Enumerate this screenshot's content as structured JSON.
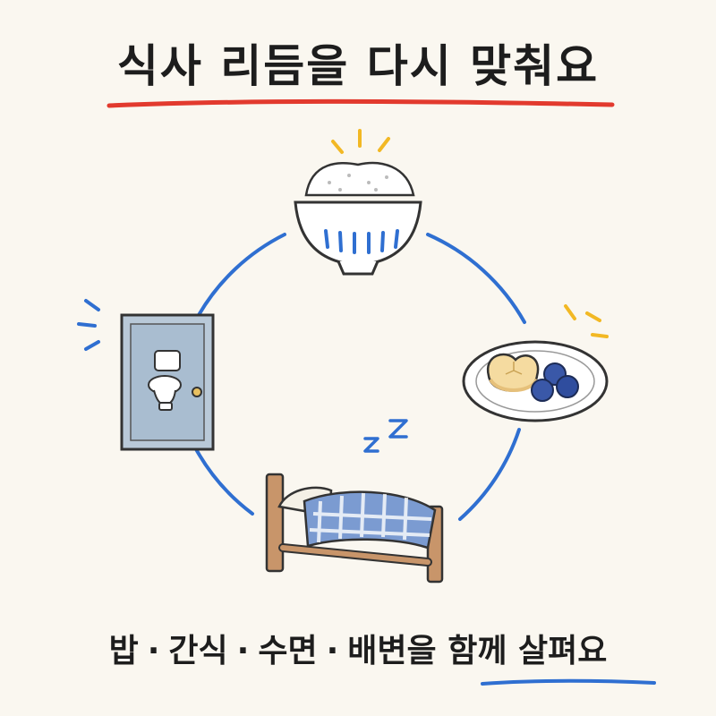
{
  "title": "식사 리듬을 다시 맞춰요",
  "caption": {
    "item1": "밥",
    "item2": "간식",
    "item3": "수면",
    "item4": "배변을",
    "separator": "·",
    "middle": "함께",
    "end": "살펴요"
  },
  "diagram": {
    "cycle_items": [
      "rice-bowl-icon",
      "snack-plate-icon",
      "bed-icon",
      "toilet-door-icon"
    ],
    "sleep_text": "z z"
  },
  "colors": {
    "title_underline": "#e23a2e",
    "cycle_line": "#2f6fd1",
    "accent_yellow": "#f2b824",
    "caption_underline": "#2f6fd1"
  }
}
